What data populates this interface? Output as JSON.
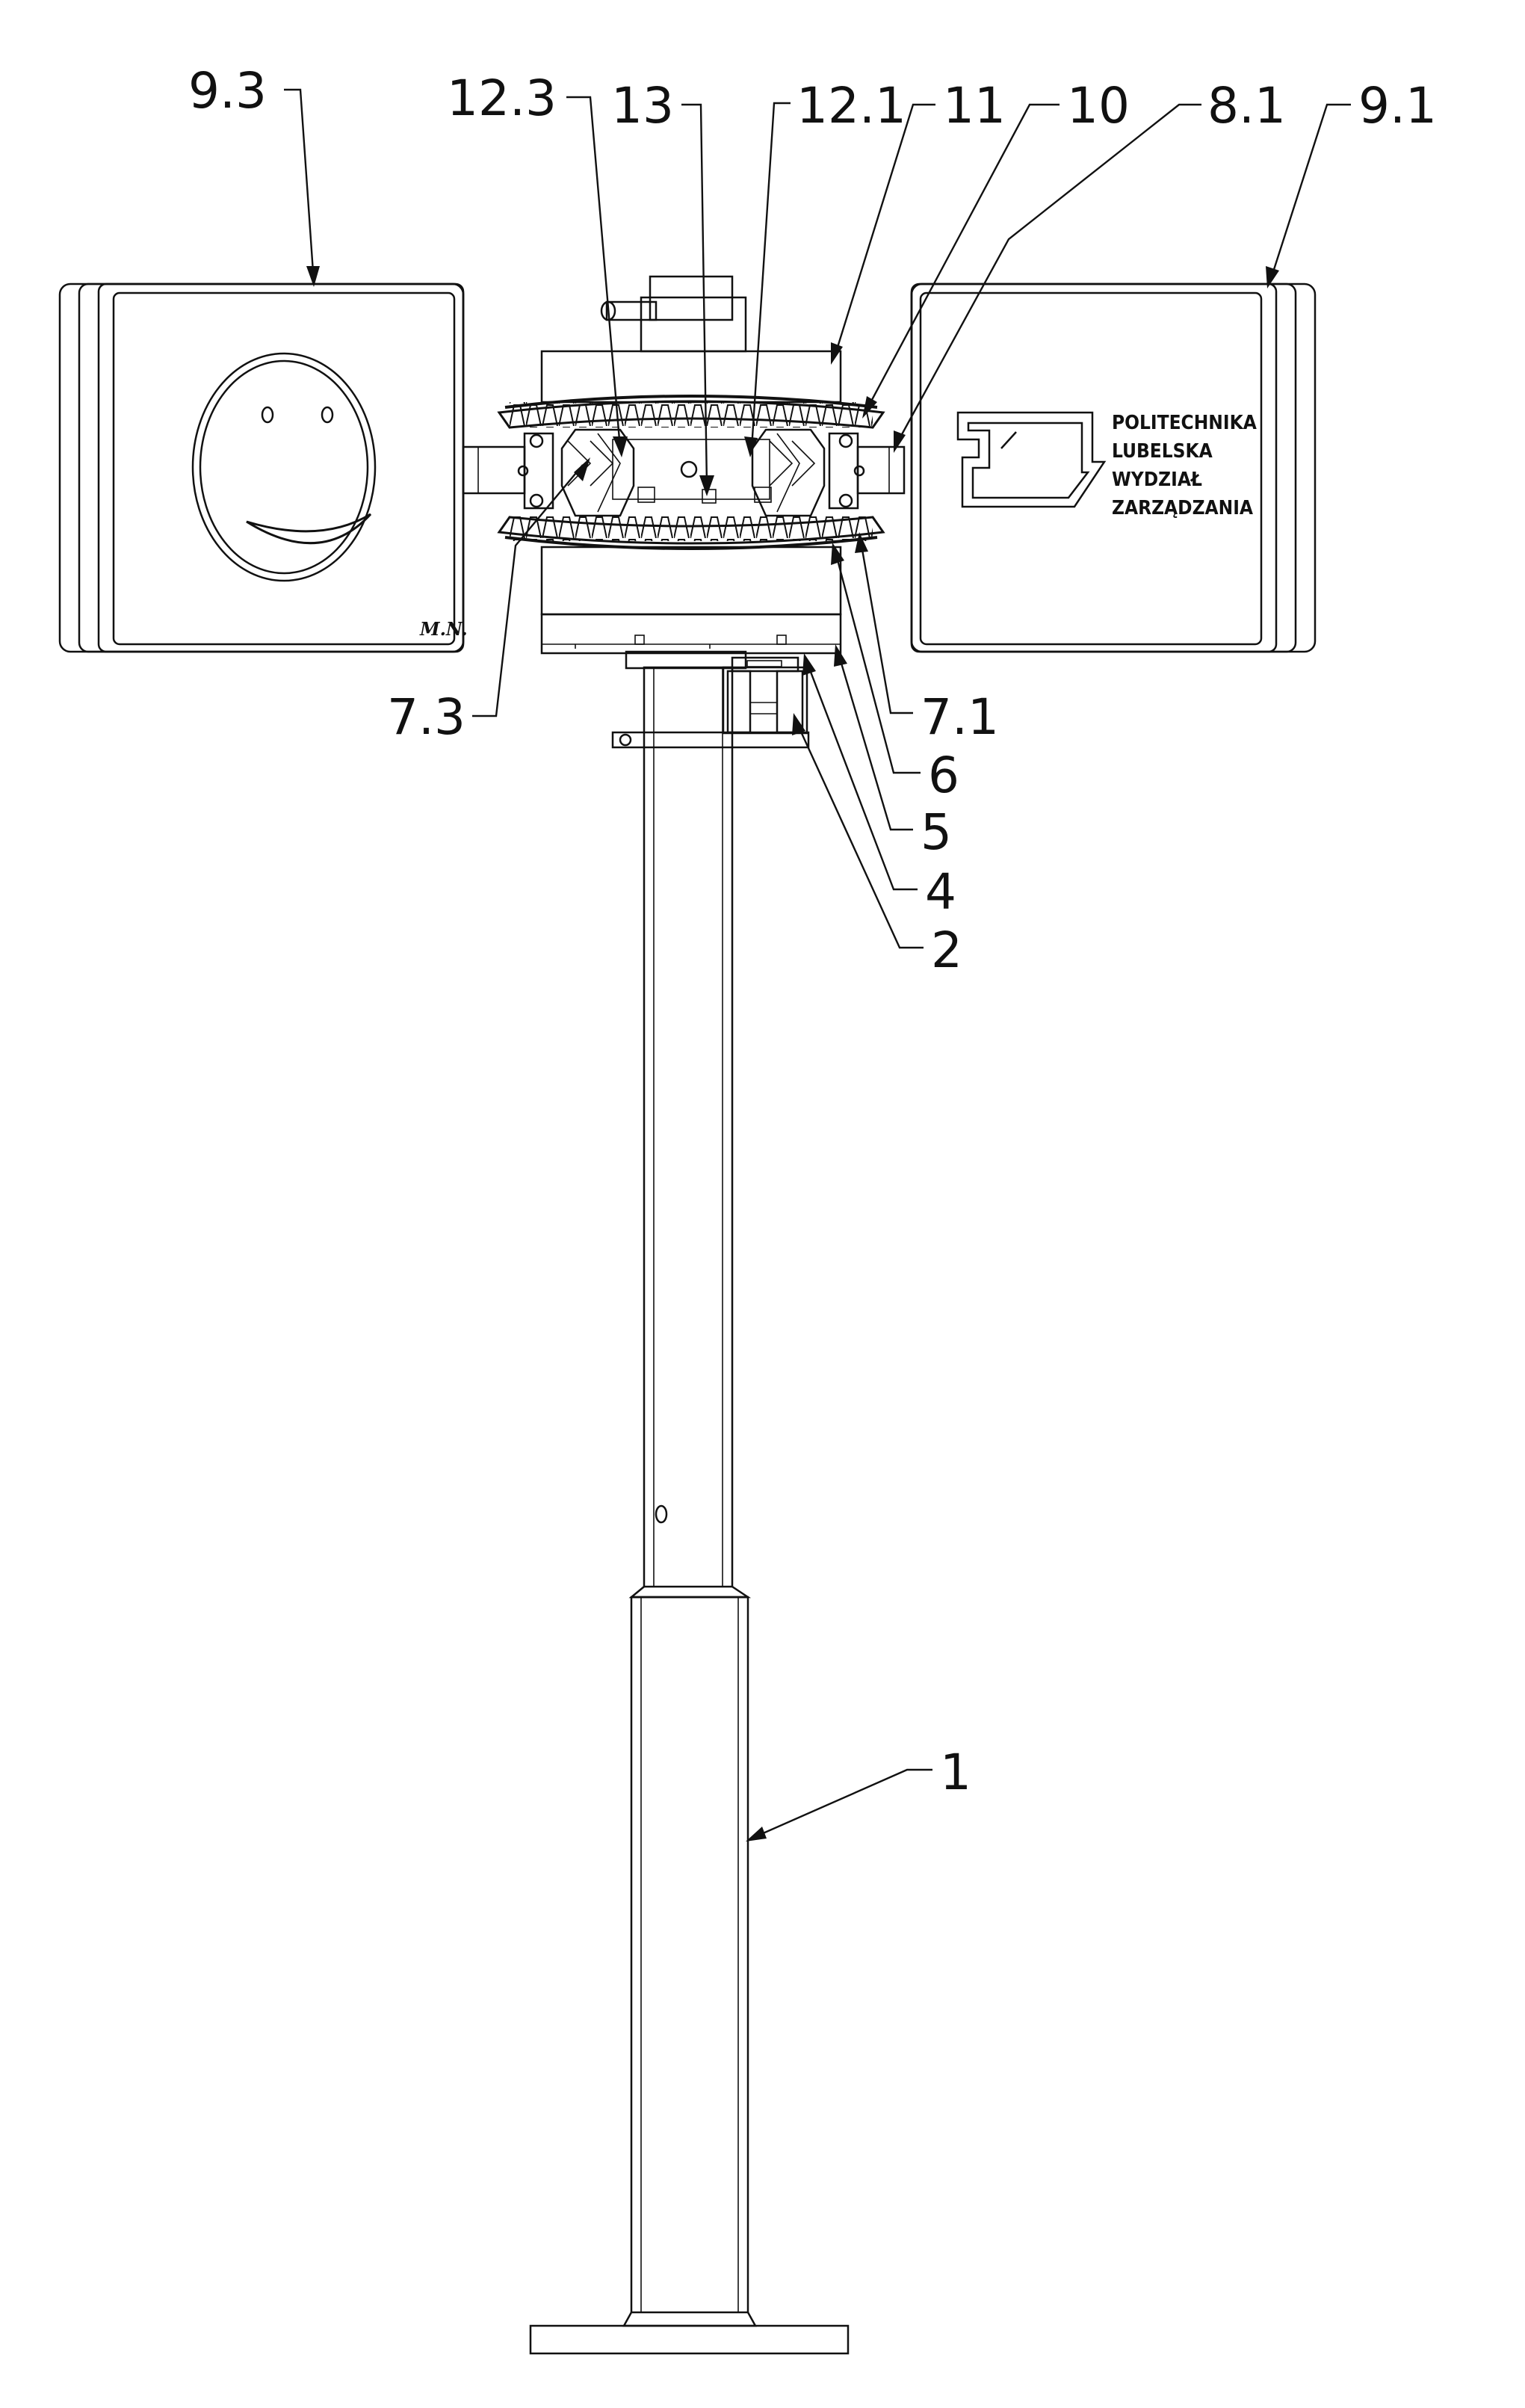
{
  "labels": {
    "l93": "9.3",
    "l123": "12.3",
    "l13": "13",
    "l121": "12.1",
    "l11": "11",
    "l10": "10",
    "l81": "8.1",
    "l91": "9.1",
    "l73": "7.3",
    "l71": "7.1",
    "l6": "6",
    "l5": "5",
    "l4": "4",
    "l2": "2",
    "l1": "1"
  },
  "sign_right": {
    "line1": "POLITECHNIKA",
    "line2": "LUBELSKA",
    "line3": "WYDZIAŁ",
    "line4": "ZARZĄDZANIA"
  },
  "sign_left": {
    "signature": "M.N."
  }
}
